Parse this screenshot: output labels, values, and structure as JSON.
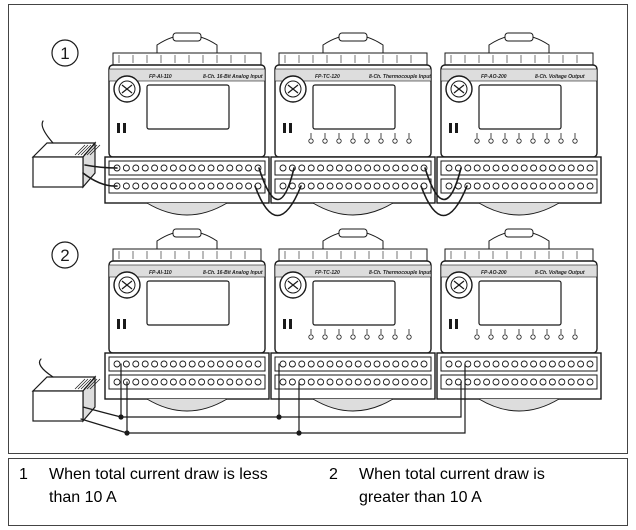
{
  "diagram": {
    "callouts": [
      "1",
      "2"
    ],
    "modules": [
      {
        "model": "FP-AI-110",
        "description": "8-Ch. 16-Bit Analog Input"
      },
      {
        "model": "FP-TC-120",
        "description": "8-Ch. Thermocouple Input"
      },
      {
        "model": "FP-AO-200",
        "description": "8-Ch. Voltage Output"
      }
    ]
  },
  "legend": {
    "items": [
      {
        "number": "1",
        "text": "When total current draw is less than 10 A"
      },
      {
        "number": "2",
        "text": "When total current draw is greater than 10 A"
      }
    ]
  },
  "colors": {
    "line": "#1a1a1a",
    "fill": "#ffffff",
    "shade": "#dddddd"
  }
}
